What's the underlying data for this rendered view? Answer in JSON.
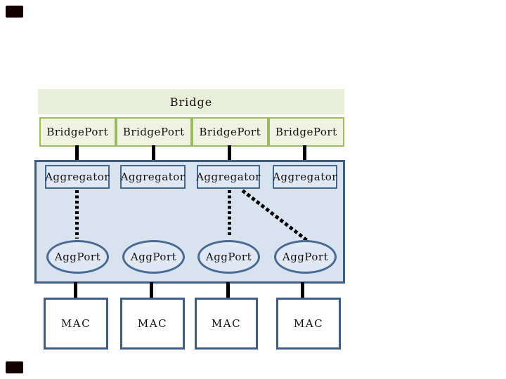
{
  "diagram": {
    "bridge_label": "Bridge",
    "bridge_ports": [
      "BridgePort",
      "BridgePort",
      "BridgePort",
      "BridgePort"
    ],
    "aggregators": [
      "Aggregator",
      "Aggregator",
      "Aggregator",
      "Aggregator"
    ],
    "agg_ports": [
      "AggPort",
      "AggPort",
      "AggPort",
      "AggPort"
    ],
    "macs": [
      "MAC",
      "MAC",
      "MAC",
      "MAC"
    ],
    "links": {
      "solid_lines": "each BridgePort connects down to an Aggregator; each AggPort connects down to a MAC",
      "dotted_lines": [
        "Aggregator 1 to AggPort 1 (vertical)",
        "Aggregator 3 to AggPort 3 (vertical)",
        "Aggregator 3 to AggPort 4 (diagonal)"
      ]
    }
  },
  "colors": {
    "background": "#ffffff",
    "header_green_fill": "#e9eed8",
    "port_green_fill": "#f0f3e2",
    "green_border": "#9cbb5c",
    "container_blue_fill": "#d9e3ef",
    "node_blue_fill": "#dfe8f3",
    "blue_border": "#3f5d82",
    "node_border": "#486a92",
    "connector": "#000000",
    "text": "#111111",
    "scan_artifact": "#140000"
  }
}
